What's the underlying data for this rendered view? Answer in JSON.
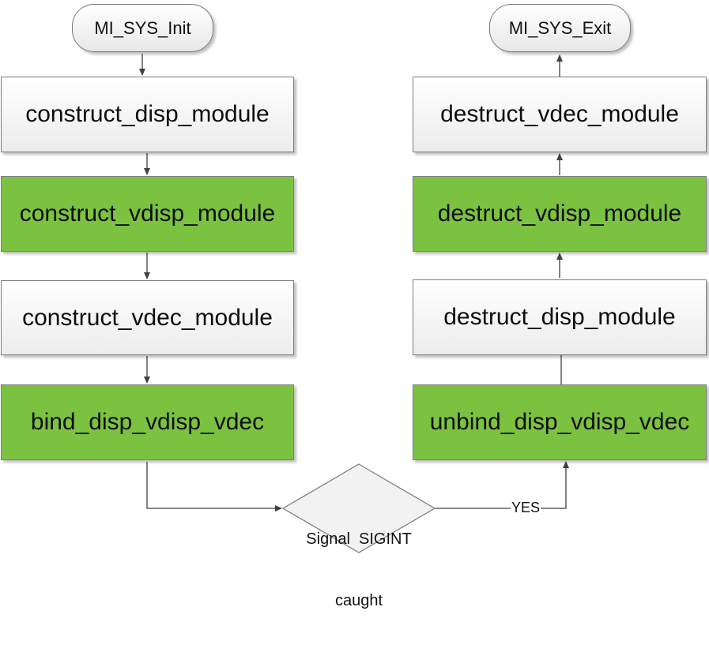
{
  "start": {
    "label": "MI_SYS_Init"
  },
  "end": {
    "label": "MI_SYS_Exit"
  },
  "construct_steps": [
    {
      "label": "construct_disp_module"
    },
    {
      "label": "construct_vdisp_module"
    },
    {
      "label": "construct_vdec_module"
    },
    {
      "label": "bind_disp_vdisp_vdec"
    }
  ],
  "decision": {
    "line1": "Signal  SIGINT",
    "line2": "caught",
    "yes_label": "YES"
  },
  "destruct_steps": [
    {
      "label": "unbind_disp_vdisp_vdec"
    },
    {
      "label": "destruct_disp_module"
    },
    {
      "label": "destruct_vdisp_module"
    },
    {
      "label": "destruct_vdec_module"
    }
  ],
  "colors": {
    "green": "#7cc241",
    "white": "#f4f4f4",
    "line": "#404040"
  }
}
